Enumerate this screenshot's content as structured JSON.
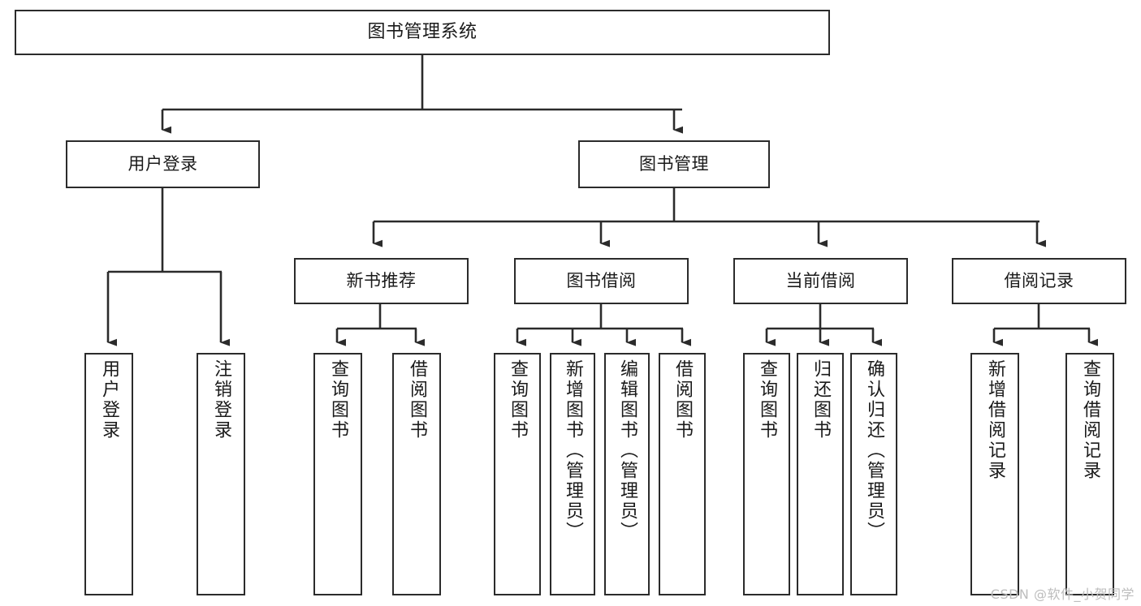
{
  "diagram": {
    "title": "图书管理系统",
    "type": "tree-hierarchy-diagram",
    "colors": {
      "stroke": "#2b2b2b",
      "fill": "#ffffff",
      "text": "#1a1a1a",
      "watermark": "#bdbdbd"
    },
    "root": {
      "label": "图书管理系统"
    },
    "level2": [
      {
        "label": "用户登录"
      },
      {
        "label": "图书管理"
      }
    ],
    "level3": [
      {
        "label": "新书推荐"
      },
      {
        "label": "图书借阅"
      },
      {
        "label": "当前借阅"
      },
      {
        "label": "借阅记录"
      }
    ],
    "leaves": {
      "user_login": [
        {
          "label": "用户登录"
        },
        {
          "label": "注销登录"
        }
      ],
      "new_book_recommend": [
        {
          "label": "查询图书"
        },
        {
          "label": "借阅图书"
        }
      ],
      "book_borrow": [
        {
          "label": "查询图书"
        },
        {
          "label": "新增图书（管理员）"
        },
        {
          "label": "编辑图书（管理员）"
        },
        {
          "label": "借阅图书"
        }
      ],
      "current_borrow": [
        {
          "label": "查询图书"
        },
        {
          "label": "归还图书"
        },
        {
          "label": "确认归还（管理员）"
        }
      ],
      "borrow_record": [
        {
          "label": "新增借阅记录"
        },
        {
          "label": "查询借阅记录"
        }
      ]
    }
  },
  "watermark": {
    "text": "CSDN @软件_小贺同学"
  }
}
